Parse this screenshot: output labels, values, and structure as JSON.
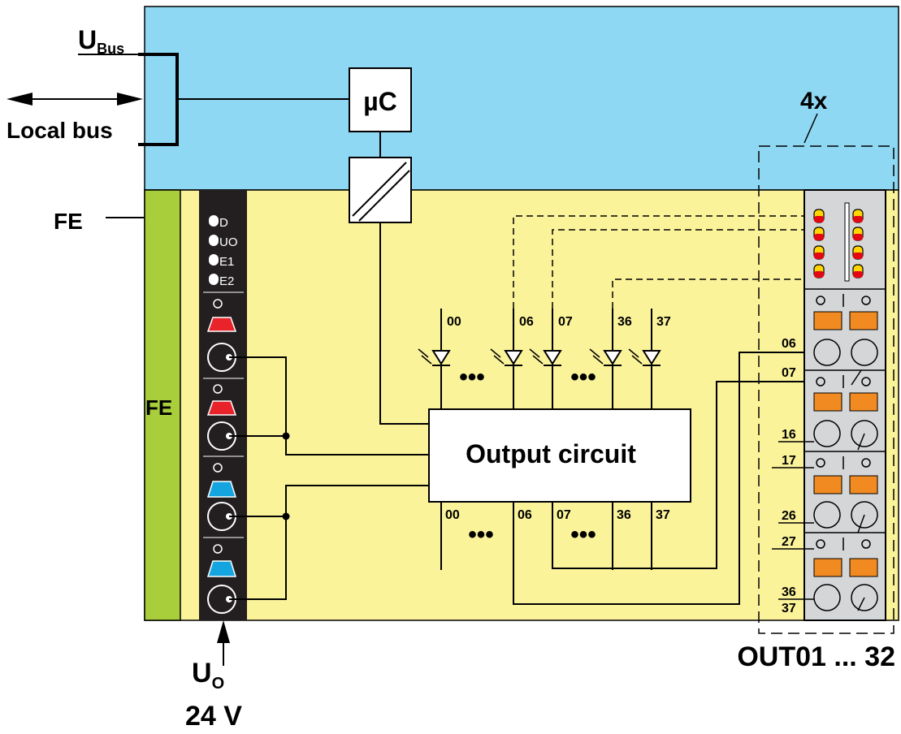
{
  "labels": {
    "ubus_main": "U",
    "ubus_sub": "Bus",
    "local_bus": "Local bus",
    "uc": "µC",
    "fe_left": "FE",
    "fe_strip": "FE",
    "multiplier": "4x",
    "output_circuit": "Output circuit",
    "uo_main": "U",
    "uo_sub": "O",
    "voltage": "24 V",
    "out_range": "OUT01 ... 32",
    "ellipsis": "•••"
  },
  "leds": [
    {
      "label": "D"
    },
    {
      "label": "UO"
    },
    {
      "label": "E1"
    },
    {
      "label": "E2"
    }
  ],
  "channels_top": [
    "00",
    "06",
    "07",
    "36",
    "37"
  ],
  "channels_bottom": [
    "00",
    "06",
    "07",
    "36",
    "37"
  ],
  "terminal_labels": [
    "06",
    "07",
    "16",
    "17",
    "26",
    "27",
    "36",
    "37"
  ],
  "colors": {
    "bus_area": "#8ed8f4",
    "io_area": "#fbf39a",
    "fe_strip": "#a8ce3b",
    "connector": "#231f20",
    "red_terminal": "#e8232a",
    "blue_terminal": "#14a5e0",
    "orange_terminal": "#f18a21",
    "terminal_block": "#d5d6d8",
    "led_red": "#e30613",
    "led_yellow": "#ffd400"
  }
}
